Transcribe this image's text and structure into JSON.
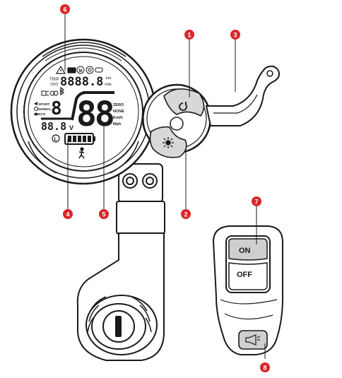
{
  "display": {
    "trip_label": "TRIP",
    "odo_label": "ODO",
    "odometer_value": "8888.8",
    "km_unit": "km",
    "mile_unit": "mile",
    "pas_level": "8",
    "speed_value": "88",
    "voltage_value": "88.8",
    "voltage_unit": "V",
    "sport_label": "SPORT",
    "normal_label": "NORMAL",
    "eco_label": "ECO",
    "mode_zero": "ZERO",
    "mode_none": "NONE",
    "speed_unit_kmh": "Km/h",
    "speed_unit_mph": "Mph",
    "lock_letter": "L"
  },
  "switch": {
    "on_label": "ON",
    "off_label": "OFF"
  },
  "callouts": [
    "1",
    "2",
    "3",
    "4",
    "5",
    "6",
    "7",
    "8"
  ],
  "colors": {
    "callout": "#d9262b",
    "outline": "#1a1a1a",
    "button_fill": "#d8d8d8",
    "switch_fill": "#cfcfcf"
  }
}
